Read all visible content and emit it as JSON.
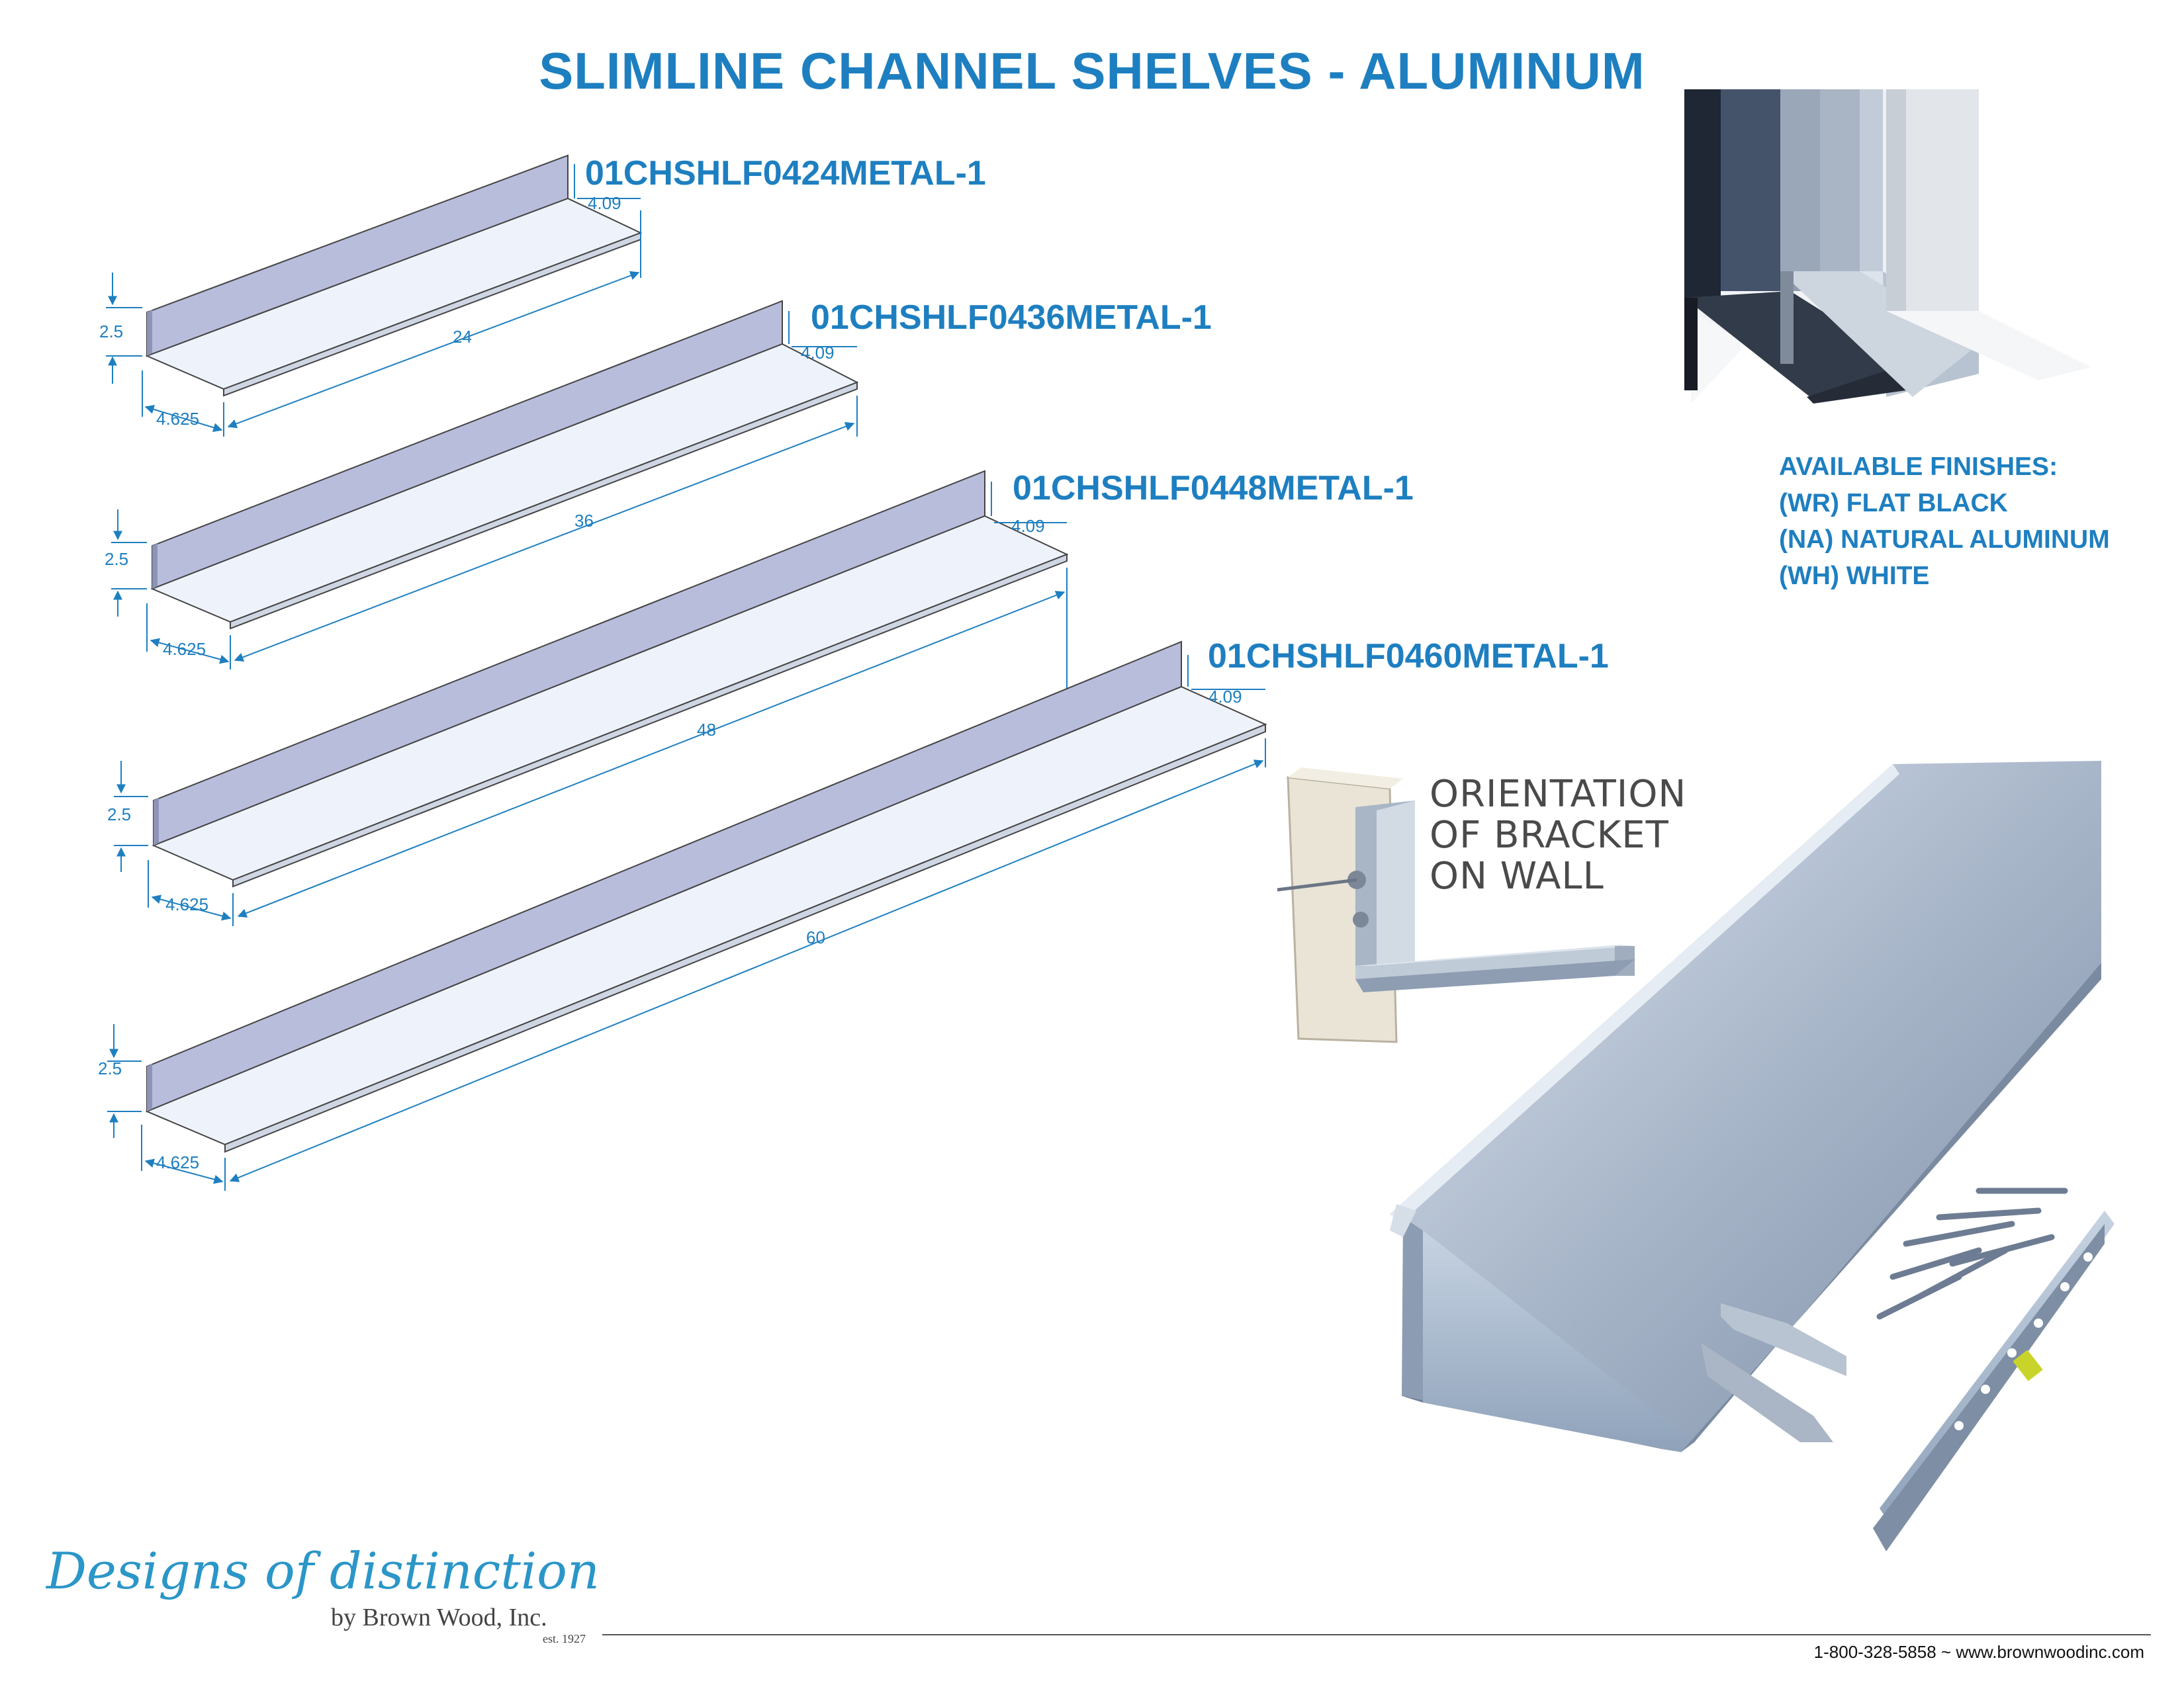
{
  "title": "SLIMLINE CHANNEL SHELVES - ALUMINUM",
  "shelves": [
    {
      "part": "01CHSHLF0424METAL-1",
      "length": "24",
      "lip": "4.09",
      "height": "2.5",
      "depth": "4.625"
    },
    {
      "part": "01CHSHLF0436METAL-1",
      "length": "36",
      "lip": "4.09",
      "height": "2.5",
      "depth": "4.625"
    },
    {
      "part": "01CHSHLF0448METAL-1",
      "length": "48",
      "lip": "4.09",
      "height": "2.5",
      "depth": "4.625"
    },
    {
      "part": "01CHSHLF0460METAL-1",
      "length": "60",
      "lip": "4.09",
      "height": "2.5",
      "depth": "4.625"
    }
  ],
  "finishes": {
    "heading": "AVAILABLE FINISHES:",
    "items": [
      "(WR) FLAT BLACK",
      "(NA) NATURAL ALUMINUM",
      "(WH) WHITE"
    ]
  },
  "orientation": {
    "lines": [
      "ORIENTATION",
      "OF BRACKET",
      "ON WALL"
    ]
  },
  "logo": {
    "brand": "Designs of distinction",
    "sub": "by Brown Wood, Inc.",
    "est": "est. 1927"
  },
  "footer": {
    "contact": "1-800-328-5858 ~ www.brownwoodinc.com"
  },
  "colors": {
    "accent": "#1e7fc0",
    "shelf_back": "#b9bddc",
    "shelf_floor": "#eef3fb",
    "aluminum": "#a9b6c8"
  }
}
